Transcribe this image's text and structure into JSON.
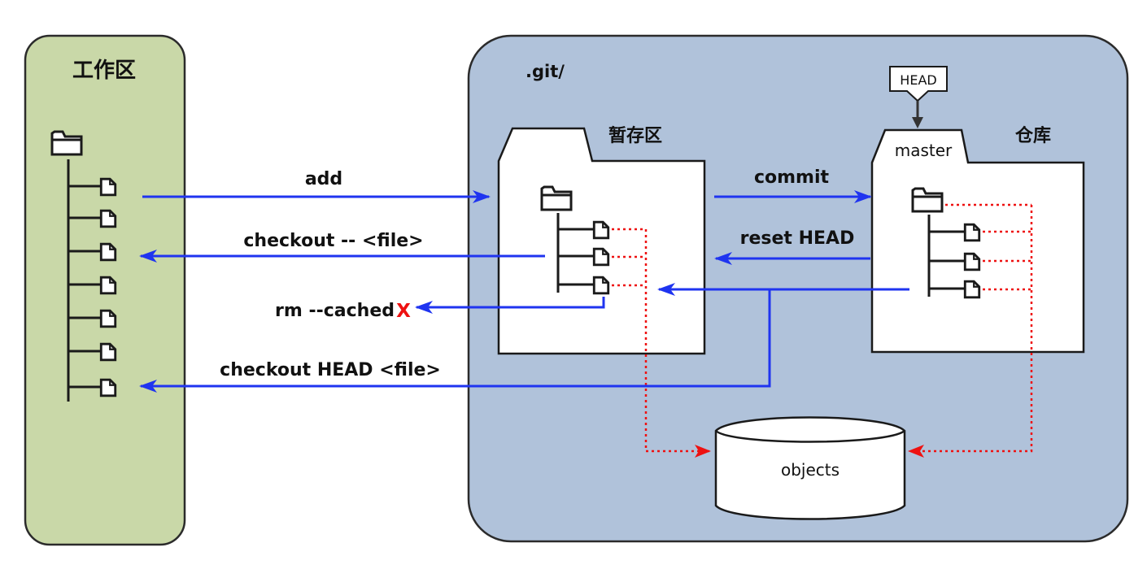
{
  "workspace": {
    "title": "工作区"
  },
  "git_dir": {
    "label": ".git/"
  },
  "stage": {
    "title": "暂存区"
  },
  "repo": {
    "title": "仓库",
    "branch": "master",
    "head": "HEAD"
  },
  "objects": {
    "label": "objects"
  },
  "commands": {
    "add": "add",
    "checkout_file": "checkout -- <file>",
    "rm_cached": "rm --cached",
    "rm_mark": "X",
    "checkout_head": "checkout HEAD <file>",
    "commit": "commit",
    "reset_head": "reset HEAD"
  },
  "colors": {
    "workspace_fill": "#c9d8a8",
    "git_fill": "#b0c2da",
    "arrow": "#1f34f0",
    "pointer": "#ee1111",
    "outline": "#2b2b2b"
  }
}
